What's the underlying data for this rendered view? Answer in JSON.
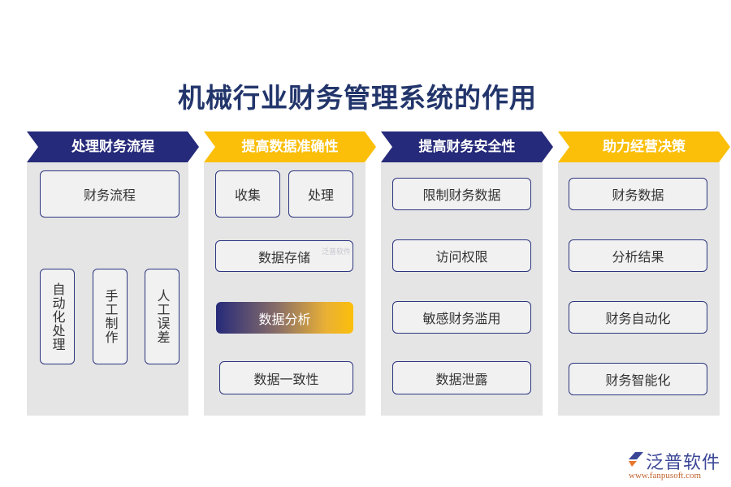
{
  "title": "机械行业财务管理系统的作用",
  "colors": {
    "navy": "#262a7a",
    "gold": "#fbbf0a",
    "panel": "#e5e5e5",
    "box": "#f1f1f1",
    "title": "#22356b"
  },
  "columns": [
    {
      "header": "处理财务流程",
      "header_color": "navy",
      "items": [
        "财务流程",
        "自动化处理",
        "手工制作",
        "人工误差"
      ]
    },
    {
      "header": "提高数据准确性",
      "header_color": "gold",
      "items": [
        "收集",
        "处理",
        "数据存储",
        "数据分析",
        "数据一致性"
      ],
      "highlighted": "数据分析"
    },
    {
      "header": "提高财务安全性",
      "header_color": "navy",
      "items": [
        "限制财务数据",
        "访问权限",
        "敏感财务滥用",
        "数据泄露"
      ]
    },
    {
      "header": "助力经营决策",
      "header_color": "gold",
      "items": [
        "财务数据",
        "分析结果",
        "财务自动化",
        "财务智能化"
      ]
    }
  ],
  "watermark": {
    "name": "泛普软件",
    "url": "www.fanpusoft.com"
  }
}
